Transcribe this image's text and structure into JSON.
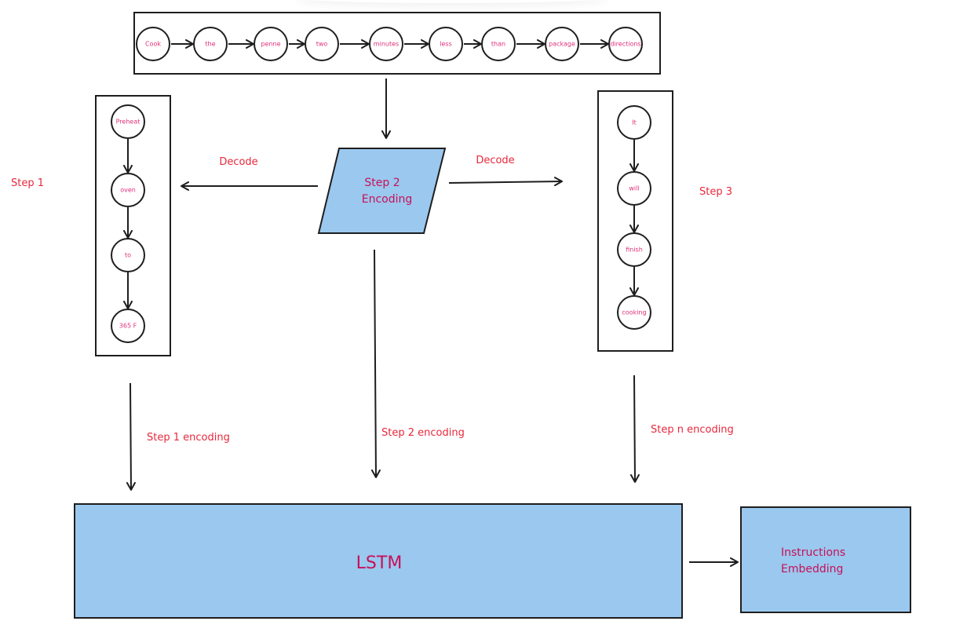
{
  "colors": {
    "stroke": "#1e1e1e",
    "node_text": "#e0307a",
    "annotation": "#e8283c",
    "box_text": "#c8105a",
    "fill_blue": "#9ac8ee"
  },
  "top_sequence": {
    "words": [
      "Cook",
      "the",
      "penne",
      "two",
      "minutes",
      "less",
      "than",
      "package",
      "directions"
    ]
  },
  "step1": {
    "label": "Step 1",
    "words": [
      "Preheat",
      "oven",
      "to",
      "365 F"
    ],
    "encoding_label": "Step 1 encoding"
  },
  "step2": {
    "line1": "Step 2",
    "line2": "Encoding",
    "encoding_label": "Step 2  encoding"
  },
  "step3": {
    "label": "Step 3",
    "words": [
      "It",
      "will",
      "finish",
      "cooking"
    ],
    "encoding_label": "Step n encoding"
  },
  "decode_left": "Decode",
  "decode_right": "Decode",
  "lstm": {
    "label": "LSTM"
  },
  "output": {
    "line1": "Instructions",
    "line2": "Embedding"
  }
}
